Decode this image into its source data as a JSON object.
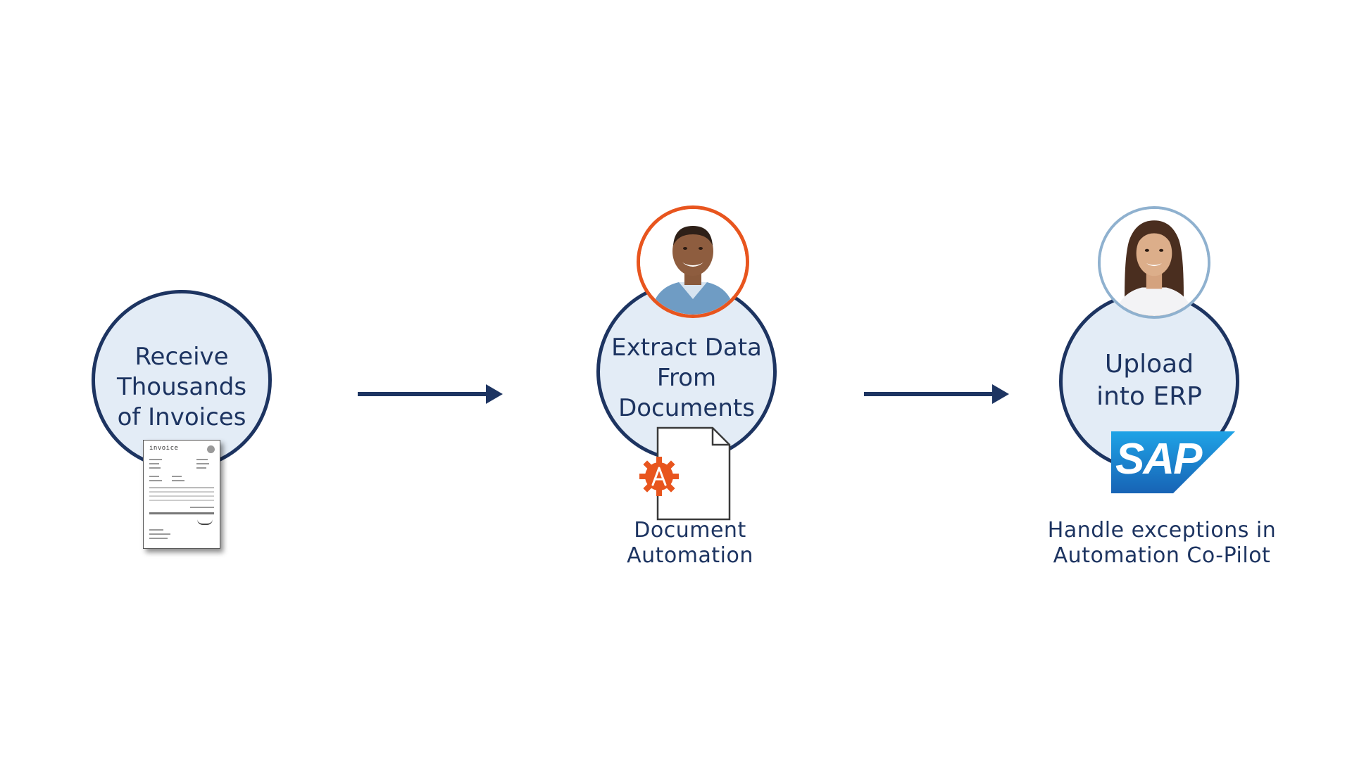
{
  "steps": [
    {
      "label_lines": [
        "Receive",
        "Thousands",
        "of Invoices"
      ],
      "icon": "invoice-document-icon"
    },
    {
      "label_lines": [
        "Extract Data",
        "From",
        "Documents"
      ],
      "icon": "document-icon",
      "avatar": "man-avatar",
      "caption_lines": [
        "Document",
        "Automation"
      ]
    },
    {
      "label_lines": [
        "Upload",
        "into ERP"
      ],
      "icon": "sap-logo",
      "avatar": "woman-avatar",
      "caption_lines": [
        "Handle exceptions in",
        "Automation Co-Pilot"
      ]
    }
  ],
  "invoice_thumbnail": {
    "title": "invoice"
  },
  "sap_logo": {
    "text": "SAP"
  },
  "colors": {
    "navy": "#1d3461",
    "circle_fill": "#e3ecf6",
    "accent_orange": "#e8551e",
    "avatar_ring_blue": "#8fb1cf",
    "sap_blue": "#1a6fc1"
  }
}
